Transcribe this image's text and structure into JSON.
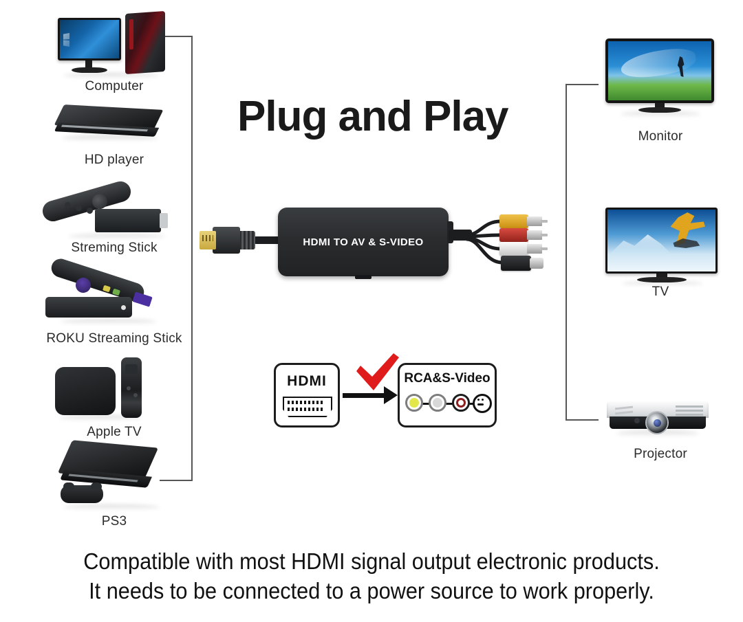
{
  "page": {
    "title": "Plug and Play",
    "background_color": "#ffffff"
  },
  "converter": {
    "label": "HDMI TO AV & S-VIDEO",
    "input_connector": "hdmi-male-plug",
    "outputs": [
      {
        "name": "composite-video",
        "color": "#e0a81c"
      },
      {
        "name": "audio-right",
        "color": "#c62a22"
      },
      {
        "name": "audio-left",
        "color": "#e8e8e8"
      },
      {
        "name": "s-video",
        "color": "#1b1d1f"
      }
    ]
  },
  "sources": {
    "bracket_label": "input-devices",
    "items": [
      {
        "label": "Computer",
        "icon": "desktop-computer-icon"
      },
      {
        "label": "HD player",
        "icon": "dvd-player-icon"
      },
      {
        "label": "Streming Stick",
        "icon": "streaming-stick-icon"
      },
      {
        "label": "ROKU Streaming Stick",
        "icon": "roku-stick-icon"
      },
      {
        "label": "Apple TV",
        "icon": "apple-tv-box-icon"
      },
      {
        "label": "PS3",
        "icon": "playstation-console-icon"
      }
    ]
  },
  "displays": {
    "bracket_label": "output-displays",
    "items": [
      {
        "label": "Monitor",
        "icon": "monitor-icon"
      },
      {
        "label": "TV",
        "icon": "television-icon"
      },
      {
        "label": "Projector",
        "icon": "projector-icon"
      }
    ]
  },
  "conversion": {
    "from": {
      "label": "HDMI",
      "port": "hdmi-port-icon"
    },
    "to": {
      "label": "RCA&S-Video",
      "jacks": [
        {
          "name": "video-jack-yellow",
          "color": "#e3e84a"
        },
        {
          "name": "audio-jack-white",
          "color": "#d8d8d8"
        },
        {
          "name": "audio-jack-red",
          "color": "#8f1f1f"
        }
      ],
      "svideo": "s-video-port-icon"
    },
    "check_icon": "red-check-icon",
    "check_color": "#e01b1b",
    "arrow_icon": "right-arrow-icon"
  },
  "caption": {
    "line1": "Compatible with most HDMI signal output electronic products.",
    "line2": "It needs to be connected to a power source to work properly."
  }
}
